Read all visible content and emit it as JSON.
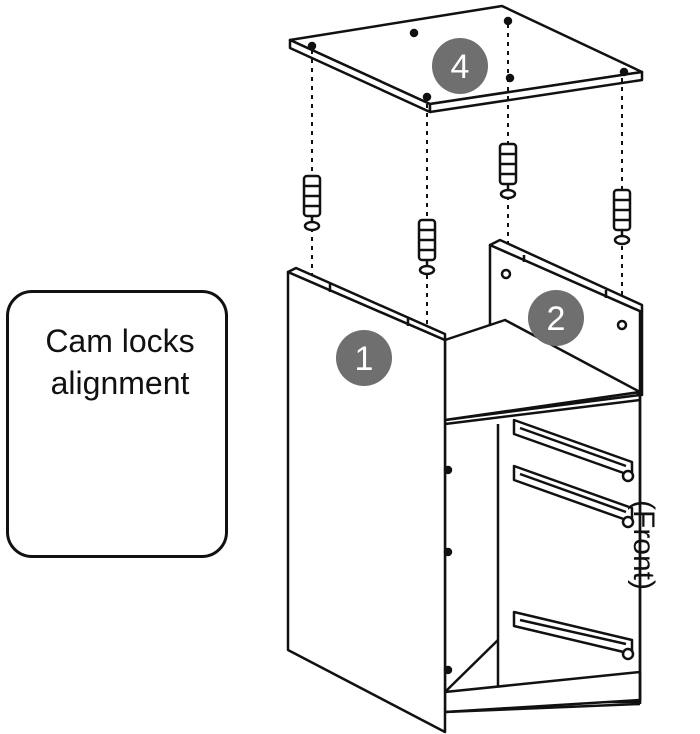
{
  "callout": {
    "line1": "Cam locks",
    "line2": "alignment"
  },
  "side_label": "(Front)",
  "badges": {
    "panel1": "1",
    "panel2": "2",
    "panel4": "4"
  },
  "colors": {
    "line": "#111111",
    "badge": "#6f6f6f",
    "badge_text": "#ffffff"
  }
}
